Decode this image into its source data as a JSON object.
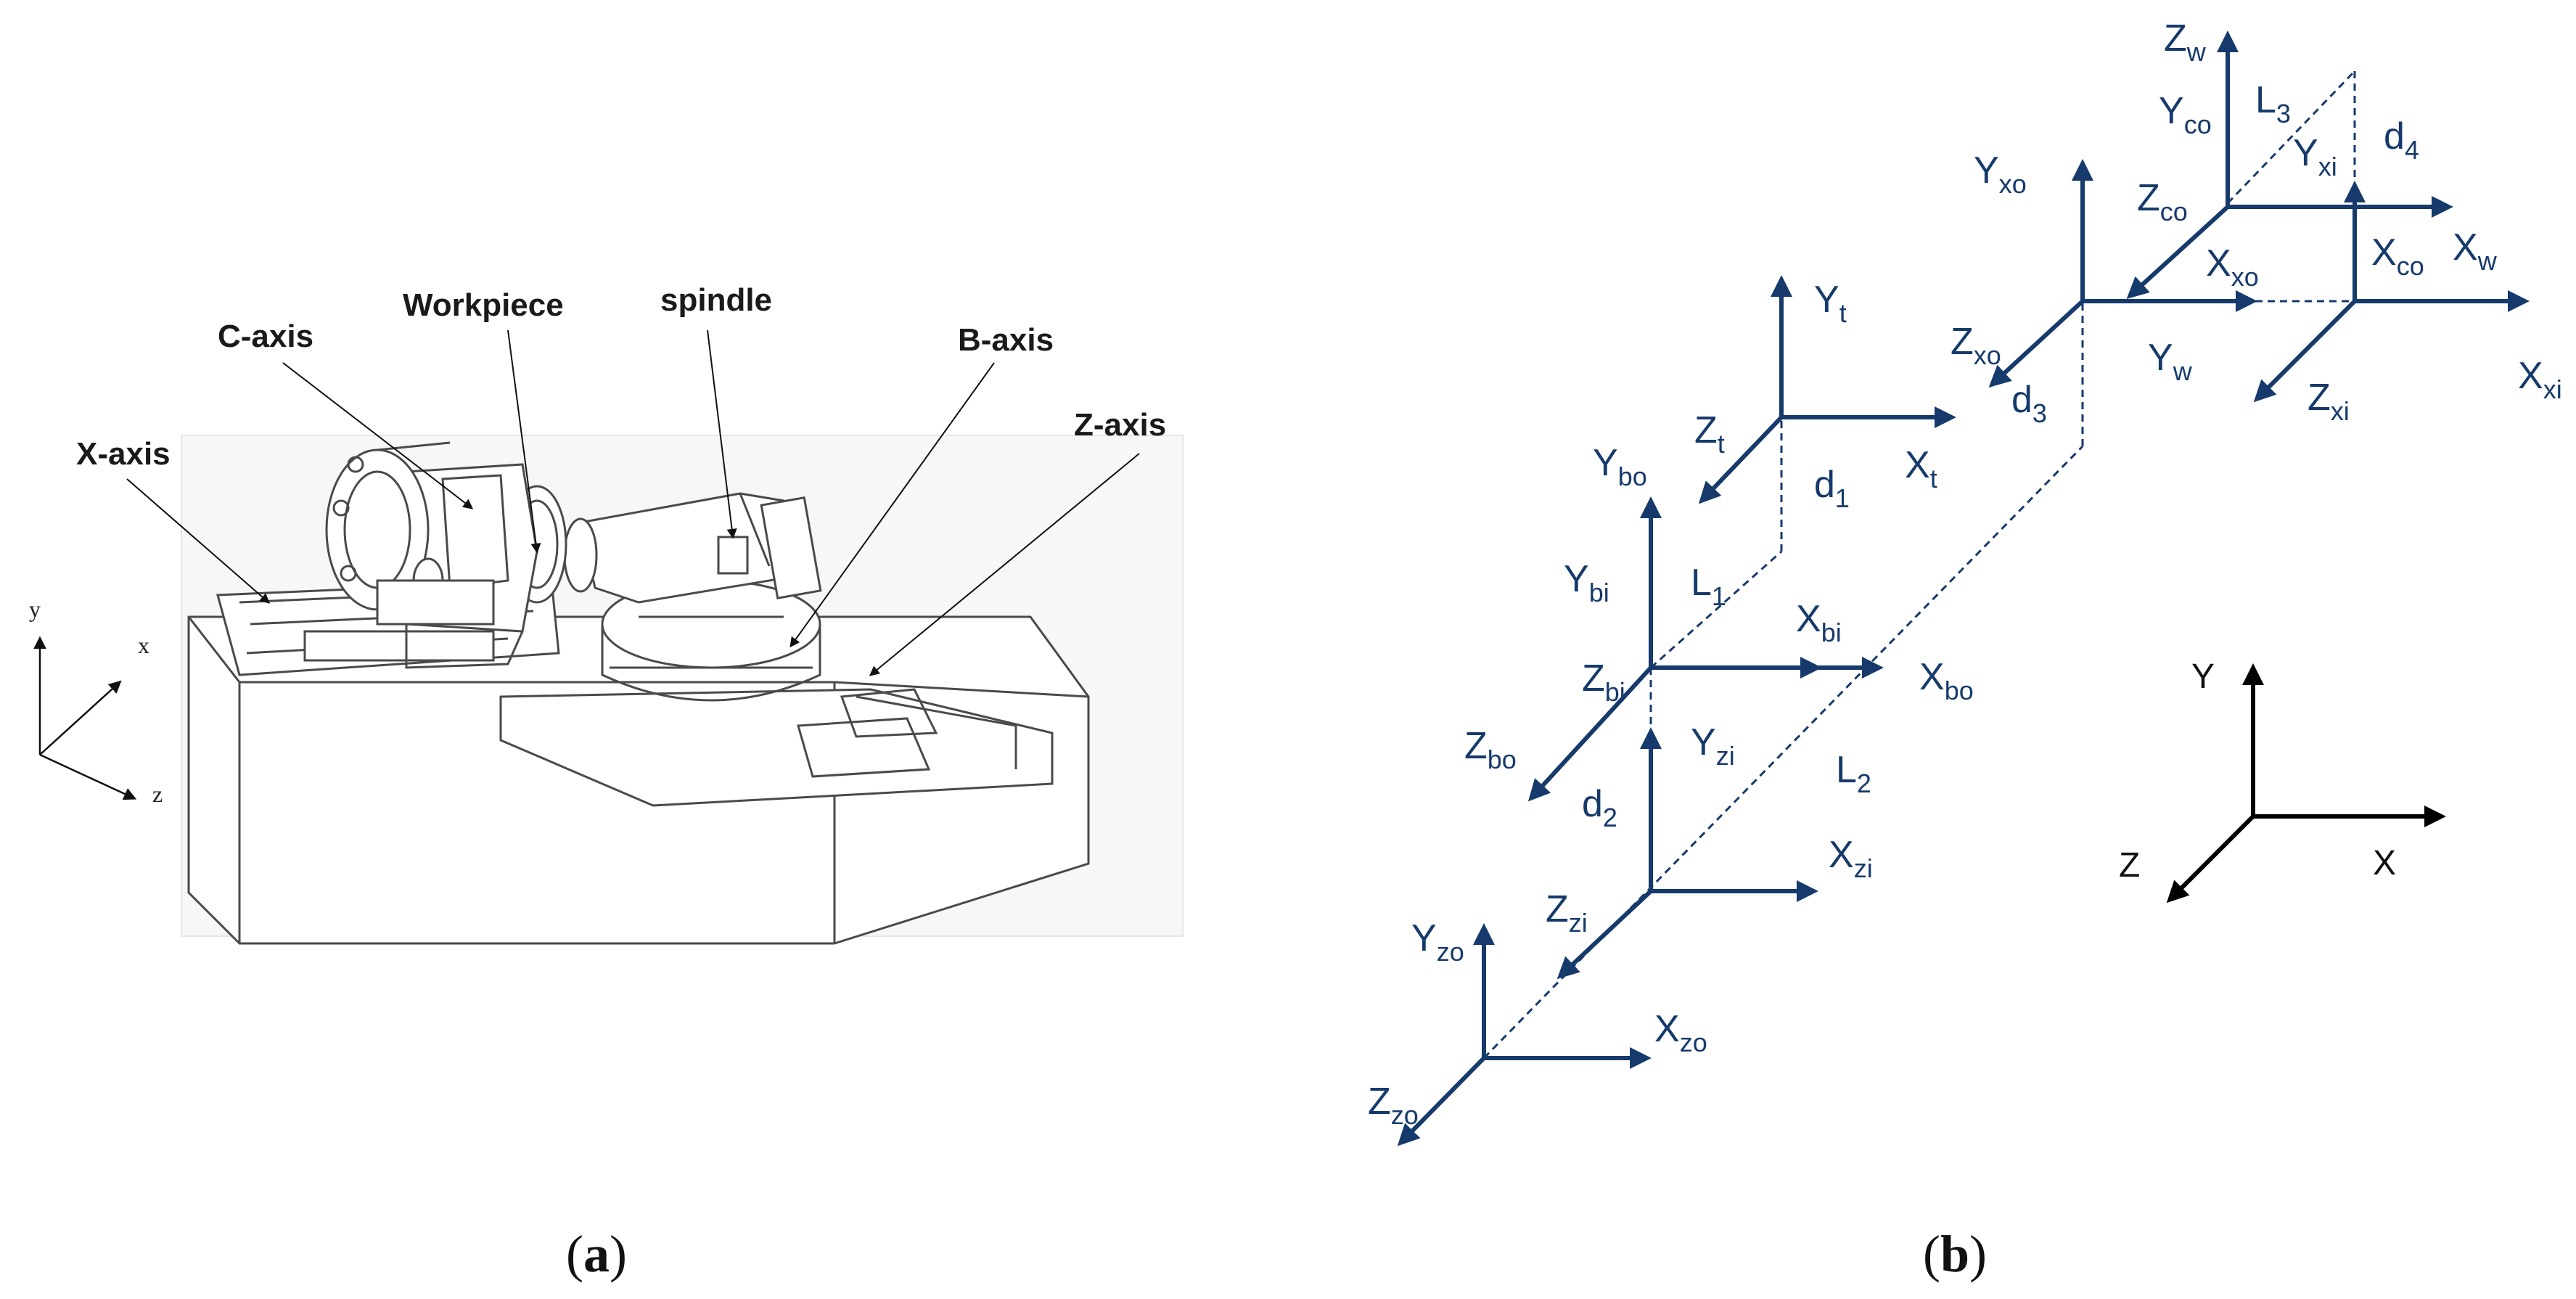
{
  "panel_a": {
    "caption_letter": "a",
    "labels": {
      "c_axis": "C-axis",
      "workpiece": "Workpiece",
      "spindle": "spindle",
      "b_axis": "B-axis",
      "z_axis": "Z-axis",
      "x_axis": "X-axis"
    },
    "mini_axes": {
      "y": "y",
      "x": "x",
      "z": "z"
    }
  },
  "panel_b": {
    "caption_letter": "b",
    "frames": [
      {
        "id": "w",
        "y": [
          "Z",
          "w"
        ]
      },
      {
        "id": "co",
        "y": [
          "Y",
          "co"
        ],
        "z": [
          "Z",
          "co"
        ],
        "x": [
          "X",
          "co"
        ]
      },
      {
        "id": "xo",
        "y": [
          "Y",
          "xo"
        ],
        "z": [
          "Z",
          "xo"
        ],
        "x": [
          "X",
          "xo"
        ]
      },
      {
        "id": "xi",
        "y": [
          "Y",
          "xi"
        ],
        "z": [
          "Z",
          "xi"
        ],
        "x": [
          "X",
          "xi"
        ]
      },
      {
        "id": "w2",
        "x": [
          "X",
          "w"
        ],
        "z": [
          "Y",
          "w"
        ]
      },
      {
        "id": "t",
        "y": [
          "Y",
          "t"
        ],
        "z": [
          "Z",
          "t"
        ],
        "x": [
          "X",
          "t"
        ]
      },
      {
        "id": "bo",
        "y": [
          "Y",
          "bo"
        ],
        "z": [
          "Z",
          "bo"
        ],
        "x": [
          "X",
          "bo"
        ]
      },
      {
        "id": "bi",
        "y": [
          "Y",
          "bi"
        ],
        "z": [
          "Z",
          "bi"
        ],
        "x": [
          "X",
          "bi"
        ]
      },
      {
        "id": "zi",
        "y": [
          "Y",
          "zi"
        ],
        "z": [
          "Z",
          "zi"
        ],
        "x": [
          "X",
          "zi"
        ]
      },
      {
        "id": "zo",
        "y": [
          "Y",
          "zo"
        ],
        "z": [
          "Z",
          "zo"
        ],
        "x": [
          "X",
          "zo"
        ]
      }
    ],
    "dimensions": {
      "L1": [
        "L",
        "1"
      ],
      "L2": [
        "L",
        "2"
      ],
      "L3": [
        "L",
        "3"
      ],
      "d1": [
        "d",
        "1"
      ],
      "d2": [
        "d",
        "2"
      ],
      "d3": [
        "d",
        "3"
      ],
      "d4": [
        "d",
        "4"
      ]
    },
    "reference_axes": {
      "x": "X",
      "y": "Y",
      "z": "Z"
    }
  },
  "colors": {
    "frame": "#163a6b",
    "reference": "#000000",
    "machine_line": "#4a4a4a"
  }
}
